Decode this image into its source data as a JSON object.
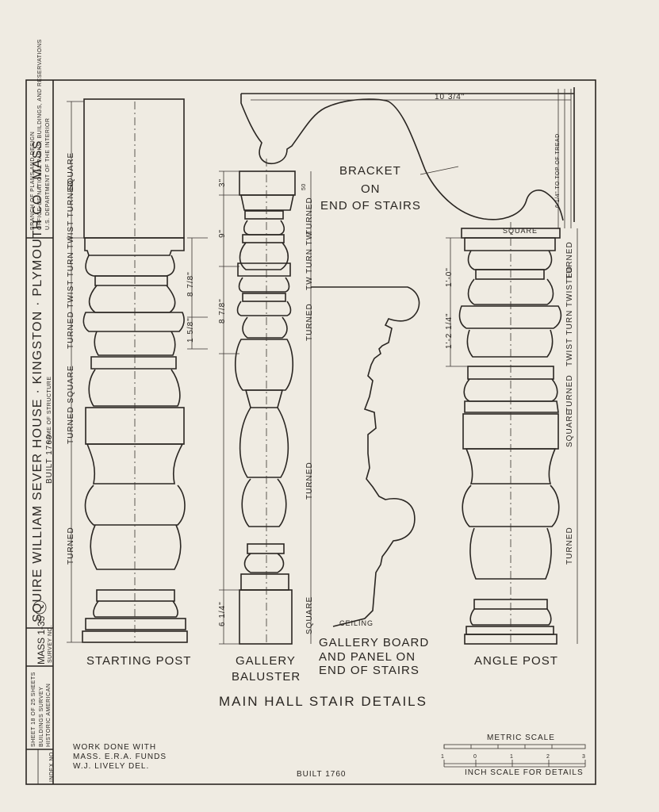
{
  "title_block": {
    "agency_line1": "U.S. DEPARTMENT OF THE INTERIOR",
    "agency_line2": "OFFICE OF NATIONAL PARKS, BUILDINGS, AND RESERVATIONS",
    "agency_line3": "BRANCH OF PLANS AND DESIGN",
    "house_name": "SQUIRE WILLIAM SEVER HOUSE · KINGSTON · PLYMOUTH CO · MASS",
    "name_of_structure_label": "NAME OF STRUCTURE",
    "built": "BUILT 1760",
    "survey_no_label": "SURVEY NO.",
    "survey_no": "MASS 1-35",
    "habs_line1": "HISTORIC AMERICAN",
    "habs_line2": "BUILDINGS SURVEY",
    "sheet_info": "SHEET 18 OF 25 SHEETS",
    "index_no": "INDEX NO."
  },
  "drawing": {
    "main_title": "MAIN HALL STAIR DETAILS",
    "starting_post": "STARTING POST",
    "gallery_baluster_line1": "GALLERY",
    "gallery_baluster_line2": "BALUSTER",
    "gallery_board_line1": "GALLERY BOARD",
    "gallery_board_line2": "AND PANEL ON",
    "gallery_board_line3": "END OF STAIRS",
    "angle_post": "ANGLE POST",
    "bracket_line1": "BRACKET",
    "bracket_line2": "ON",
    "bracket_line3": "END OF STAIRS",
    "ceiling": "CEILING",
    "square": "SQUARE"
  },
  "annotations": {
    "starting_post_side": "SQUARE",
    "starting_post_turned_top": "TURNED TWIST TURN TWIST TURNED",
    "starting_post_mid": "TURNED SQUARE",
    "starting_post_bottom": "TURNED",
    "dim_8_7_8": "8 7/8\"",
    "dim_1_5_8": "1 5/8\"",
    "baluster_top": "TURNED",
    "baluster_twist": "TW TURN TW",
    "baluster_turned2": "TURNED",
    "baluster_bottom": "TURNED",
    "baluster_square": "SQUARE",
    "dim_3": "3\"",
    "dim_9": "9\"",
    "dim_8_7_8b": "8 7/8\"",
    "dim_6_1_4": "6 1/4\"",
    "angle_turned": "TURNED",
    "angle_twist": "TWIST TURN TWISTED",
    "angle_turned2": "TURNED",
    "angle_square": "SQUARE",
    "angle_bottom": "TURNED",
    "dim_1_0": "1'-0\"",
    "dim_1_2_1_4": "1'-2 1/4\"",
    "dim_10_3_4": "10 3/4\"",
    "dim_6_1_4_tread": "6 1/4\" TO TOP OF TREAD",
    "dim_so": "50"
  },
  "footer": {
    "work_line1": "WORK DONE WITH",
    "work_line2": "MASS. E.R.A. FUNDS",
    "work_line3": "W.J. LIVELY  DEL.",
    "built": "BUILT 1760",
    "metric_scale": "METRIC SCALE",
    "inch_scale": "INCH SCALE FOR DETAILS",
    "scale_ticks": [
      "1",
      "0",
      "1",
      "2",
      "3"
    ]
  }
}
